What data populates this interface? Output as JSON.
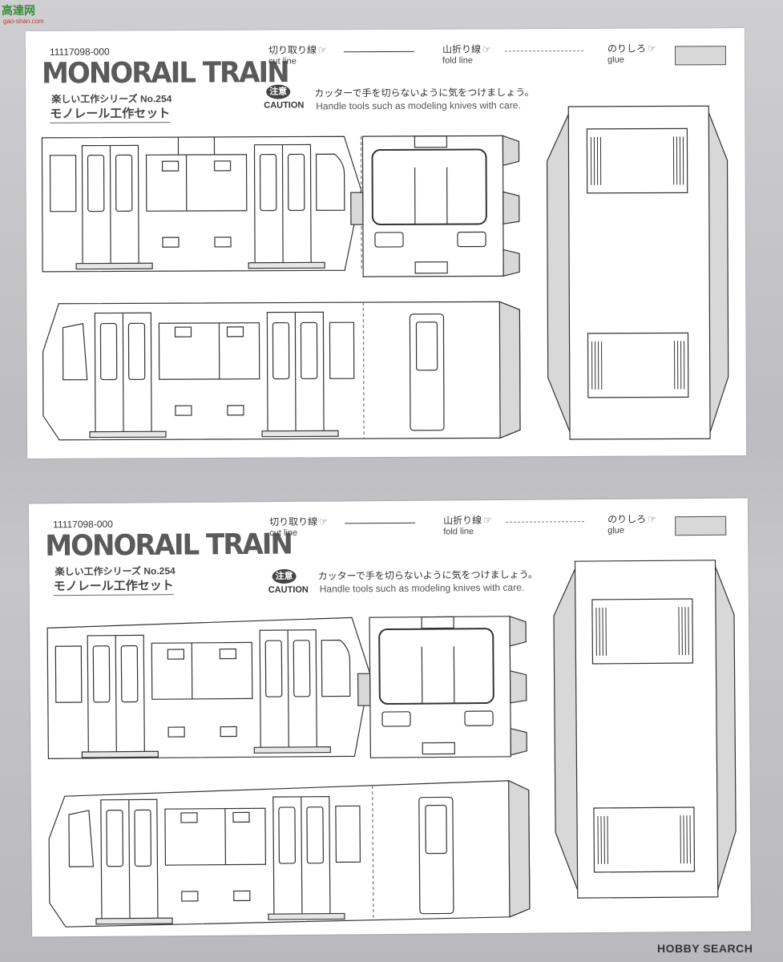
{
  "watermark": {
    "logo_text": "高達网",
    "domain": "gao-shan.com"
  },
  "sheets": [
    {
      "product_code": "11117098-000",
      "brand": "MONORAIL TRAIN",
      "series": "楽しい工作シリーズ No.254",
      "product_name": "モノレール工作セット",
      "legend": {
        "cut_jp": "切り取り線",
        "cut_en": "cut line",
        "fold_jp": "山折り線",
        "fold_en": "fold line",
        "glue_jp": "のりしろ",
        "glue_en": "glue"
      },
      "caution": {
        "label_jp": "注意",
        "label_en": "CAUTION",
        "text_jp": "カッターで手を切らないように気をつけましょう。",
        "text_en": "Handle tools such as modeling knives with care."
      }
    },
    {
      "product_code": "11117098-000",
      "brand": "MONORAIL TRAIN",
      "series": "楽しい工作シリーズ No.254",
      "product_name": "モノレール工作セット",
      "legend": {
        "cut_jp": "切り取り線",
        "cut_en": "cut line",
        "fold_jp": "山折り線",
        "fold_en": "fold line",
        "glue_jp": "のりしろ",
        "glue_en": "glue"
      },
      "caution": {
        "label_jp": "注意",
        "label_en": "CAUTION",
        "text_jp": "カッターで手を切らないように気をつけましょう。",
        "text_en": "Handle tools such as modeling knives with care."
      }
    }
  ],
  "footer": {
    "brand": "HOBBY SEARCH"
  },
  "colors": {
    "glue_fill": "#d8d8d8",
    "line": "#333333",
    "background": "#c4c4c8"
  }
}
